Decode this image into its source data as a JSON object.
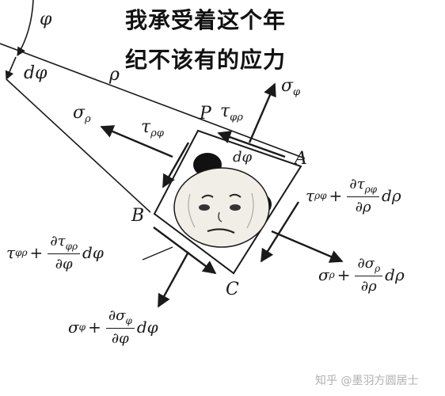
{
  "caption": {
    "line1": "我承受着这个年",
    "line2": "纪不该有的应力"
  },
  "labels": {
    "phi": "φ",
    "dphi_left": "dφ",
    "rho_top": "ρ",
    "P": "P",
    "dphi_elem": "dφ",
    "A": "A",
    "B": "B",
    "C": "C"
  },
  "stresses": {
    "sigma_phi_top": {
      "base": "σ",
      "sub": "φ"
    },
    "sigma_rho_left": {
      "base": "σ",
      "sub": "ρ"
    },
    "tau_rhophi_left": {
      "base": "τ",
      "sub": "ρφ"
    },
    "tau_phirho_top": {
      "base": "τ",
      "sub": "φρ"
    },
    "tau_right": {
      "lead": "τ",
      "lead_sub": "ρφ",
      "plus": "+",
      "num": "∂τ",
      "num_sub": "ρφ",
      "den": "∂ρ",
      "tail": "dρ"
    },
    "sigma_right": {
      "lead": "σ",
      "lead_sub": "ρ",
      "plus": "+",
      "num": "∂σ",
      "num_sub": "ρ",
      "den": "∂ρ",
      "tail": "dρ"
    },
    "tau_left_bottom": {
      "lead": "τ",
      "lead_sub": "φρ",
      "plus": "+",
      "num": "∂τ",
      "num_sub": "φρ",
      "den": "∂φ",
      "tail": "dφ"
    },
    "sigma_bottom": {
      "lead": "σ",
      "lead_sub": "φ",
      "plus": "+",
      "num": "∂σ",
      "num_sub": "φ",
      "den": "∂φ",
      "tail": "dφ"
    }
  },
  "watermark": "知乎 @墨羽方圆居士",
  "colors": {
    "ink": "#1a1a1a",
    "panda_face": "#f1eee8",
    "panda_ear": "#111111"
  }
}
